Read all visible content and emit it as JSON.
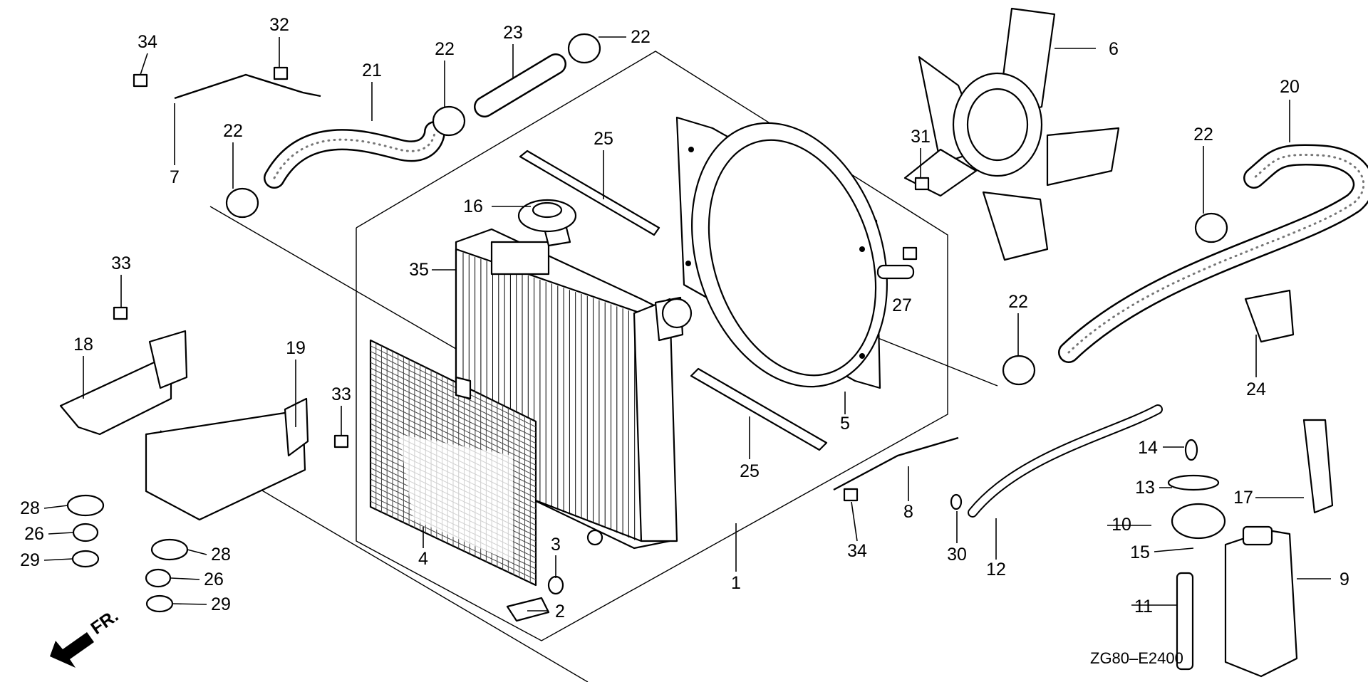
{
  "diagram": {
    "drawing_code": "ZG80–E2400",
    "direction_label": "FR.",
    "callouts": {
      "p1": "1",
      "p2": "2",
      "p3": "3",
      "p4": "4",
      "p5": "5",
      "p6": "6",
      "p7": "7",
      "p8": "8",
      "p9": "9",
      "p10": "10",
      "p11": "11",
      "p12": "12",
      "p13": "13",
      "p14": "14",
      "p15": "15",
      "p16": "16",
      "p17": "17",
      "p18": "18",
      "p19": "19",
      "p20": "20",
      "p21": "21",
      "p22a": "22",
      "p22b": "22",
      "p22c": "22",
      "p22d": "22",
      "p22e": "22",
      "p23": "23",
      "p24": "24",
      "p25a": "25",
      "p25b": "25",
      "p26a": "26",
      "p26b": "26",
      "p27": "27",
      "p28a": "28",
      "p28b": "28",
      "p29a": "29",
      "p29b": "29",
      "p30": "30",
      "p31": "31",
      "p32": "32",
      "p33a": "33",
      "p33b": "33",
      "p34a": "34",
      "p34b": "34",
      "p35": "35"
    },
    "colors": {
      "ink": "#000000",
      "paper": "#ffffff",
      "grid": "#444444",
      "stipple": "#777777"
    }
  }
}
